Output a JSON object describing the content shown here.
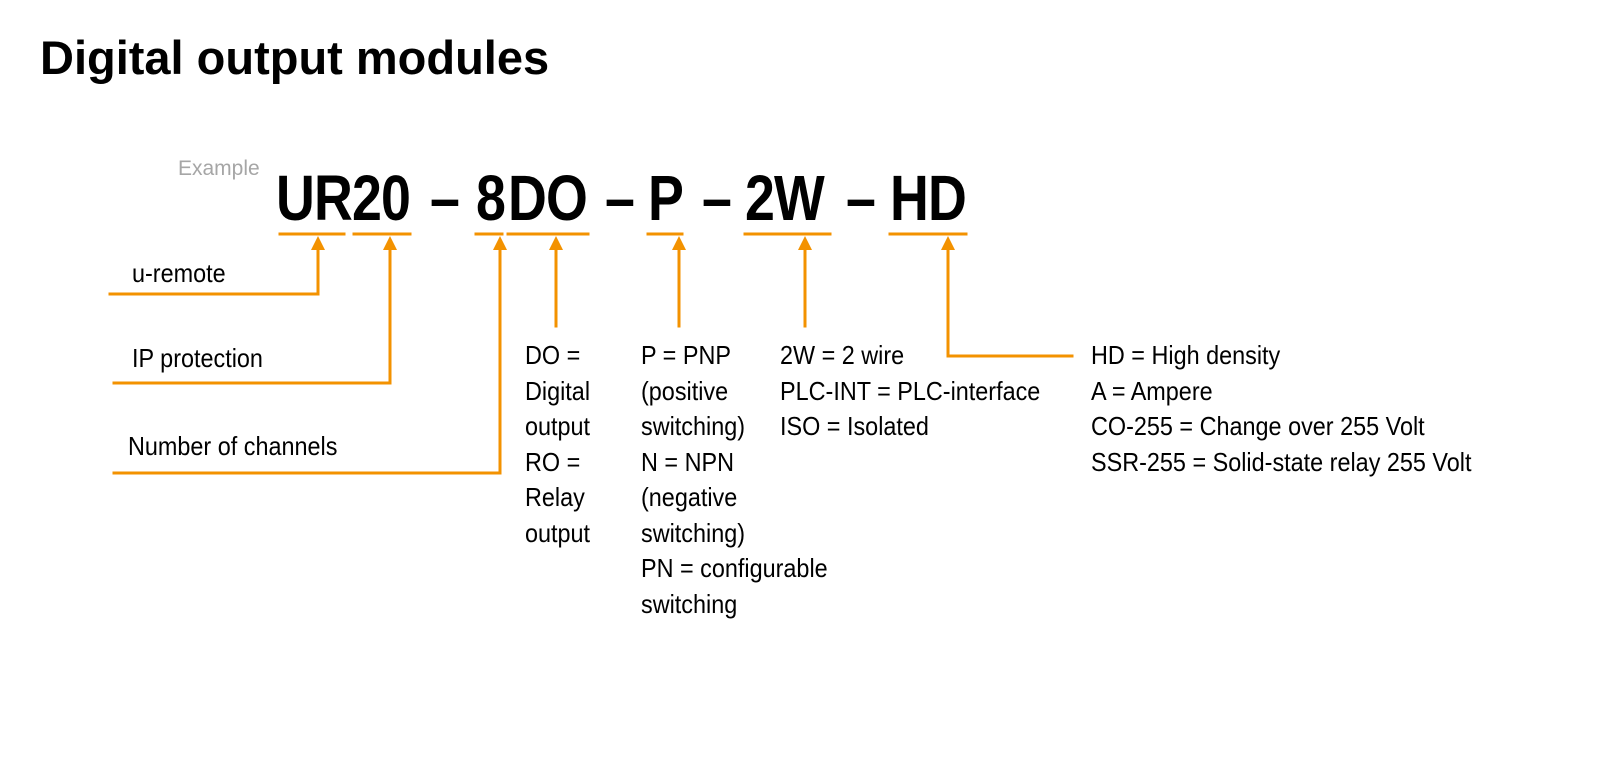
{
  "title": "Digital output modules",
  "example_label": "Example",
  "code": {
    "ur": "UR",
    "twenty": "20",
    "dash1": "–",
    "eight": "8",
    "do": "DO",
    "dash2": "–",
    "p": "P",
    "dash3": "–",
    "twow": "2W",
    "dash4": "–",
    "hd": "HD"
  },
  "labels": {
    "u_remote": "u-remote",
    "ip_protection": "IP protection",
    "number_of_channels": "Number of channels"
  },
  "descriptions": {
    "do": [
      "DO =",
      "Digital",
      "output",
      "RO =",
      "Relay",
      "output"
    ],
    "p": [
      "P = PNP",
      "(positive",
      "switching)",
      "N = NPN",
      "(negative",
      "switching)",
      "PN = configurable",
      "switching"
    ],
    "twow": [
      "2W = 2 wire",
      "PLC-INT = PLC-interface",
      "ISO = Isolated"
    ],
    "hd": [
      "HD = High density",
      "A = Ampere",
      "CO-255 = Change over 255 Volt",
      "SSR-255 = Solid-state relay 255 Volt"
    ]
  },
  "colors": {
    "accent": "#F39200",
    "example_text": "#A6A6A6",
    "text": "#000000"
  }
}
